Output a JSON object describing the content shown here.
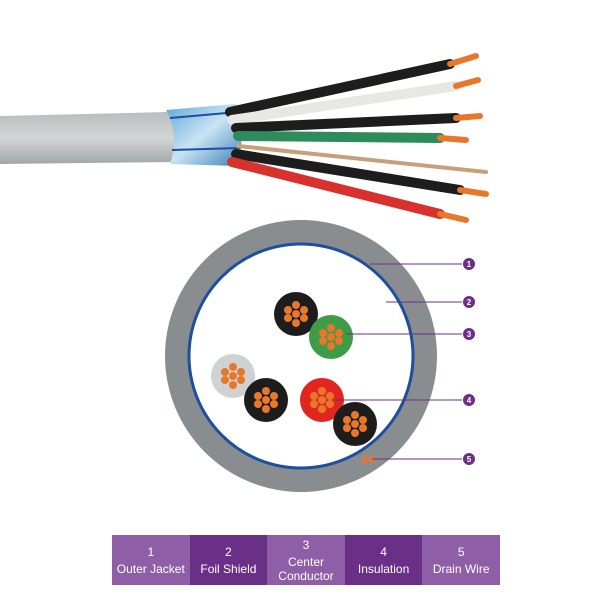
{
  "colors": {
    "accent_purple": "#6a2f87",
    "legend_light": "#8e5fa7",
    "jacket_gray": "#8a8d8f",
    "foil_blue": "#1c4fa0",
    "copper": "#e9772b"
  },
  "markers": [
    {
      "number": "1"
    },
    {
      "number": "2"
    },
    {
      "number": "3"
    },
    {
      "number": "4"
    },
    {
      "number": "5"
    }
  ],
  "legend": [
    {
      "number": "1",
      "label": "Outer Jacket"
    },
    {
      "number": "2",
      "label": "Foil Shield"
    },
    {
      "number": "3",
      "label": "Center Conductor"
    },
    {
      "number": "4",
      "label": "Insulation"
    },
    {
      "number": "5",
      "label": "Drain Wire"
    }
  ]
}
